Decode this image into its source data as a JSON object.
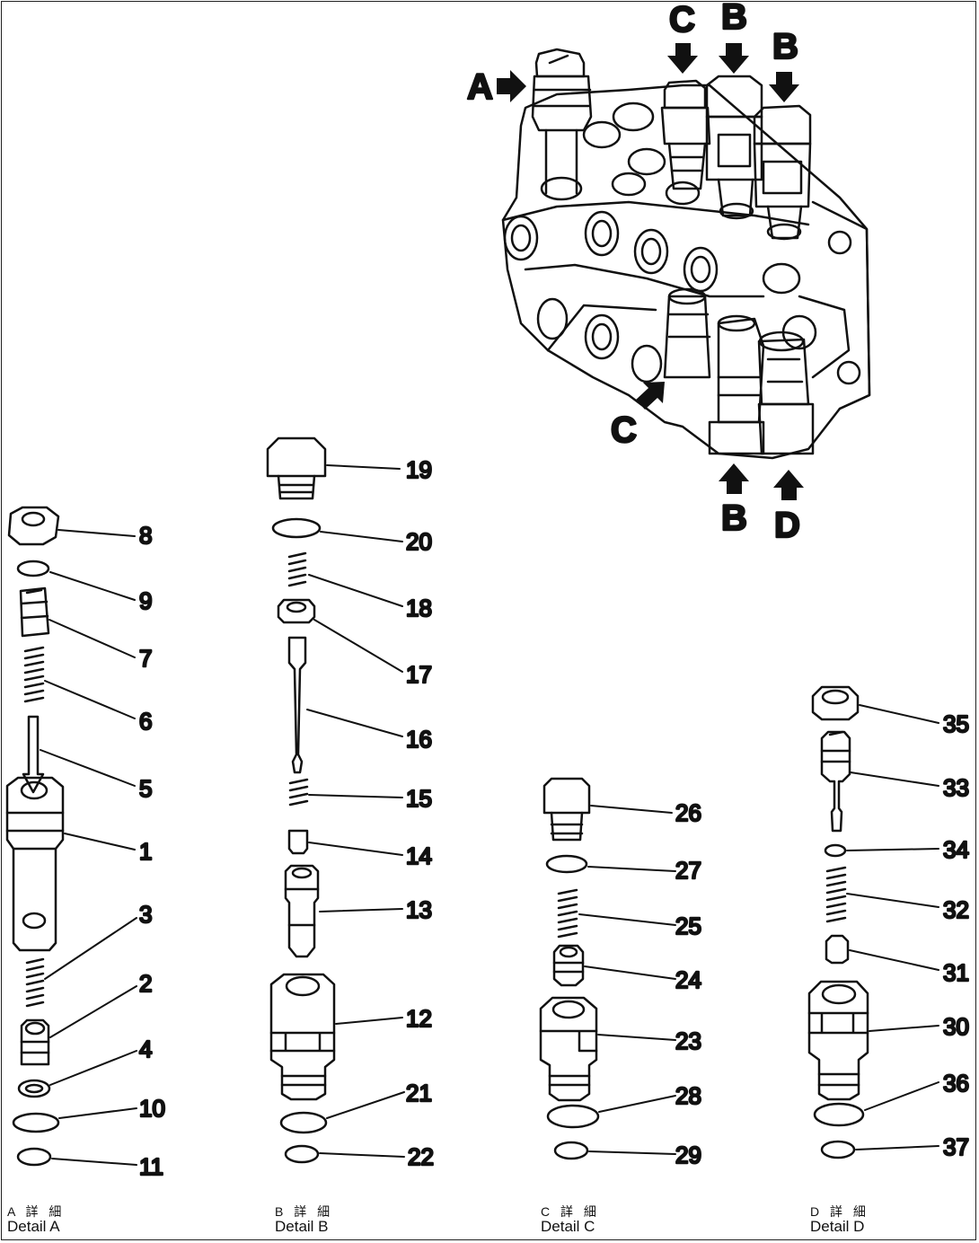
{
  "assembly_labels": [
    {
      "id": "A",
      "text": "A"
    },
    {
      "id": "C-top",
      "text": "C"
    },
    {
      "id": "B-top1",
      "text": "B"
    },
    {
      "id": "B-top2",
      "text": "B"
    },
    {
      "id": "C-bottom",
      "text": "C"
    },
    {
      "id": "B-bottom",
      "text": "B"
    },
    {
      "id": "D-bottom",
      "text": "D"
    }
  ],
  "part_numbers": {
    "detail_a": [
      "8",
      "9",
      "7",
      "6",
      "5",
      "1",
      "3",
      "2",
      "4",
      "10",
      "11"
    ],
    "detail_b": [
      "19",
      "20",
      "18",
      "17",
      "16",
      "15",
      "14",
      "13",
      "12",
      "21",
      "22"
    ],
    "detail_c": [
      "26",
      "27",
      "25",
      "24",
      "23",
      "28",
      "29"
    ],
    "detail_d": [
      "35",
      "33",
      "34",
      "32",
      "31",
      "30",
      "36",
      "37"
    ]
  },
  "captions": [
    {
      "jp": "A 詳 細",
      "en": "Detail  A"
    },
    {
      "jp": "B 詳 細",
      "en": "Detail  B"
    },
    {
      "jp": "C 詳 細",
      "en": "Detail  C"
    },
    {
      "jp": "D 詳 細",
      "en": "Detail  D"
    }
  ],
  "colors": {
    "ink": "#111111",
    "paper": "#ffffff"
  }
}
